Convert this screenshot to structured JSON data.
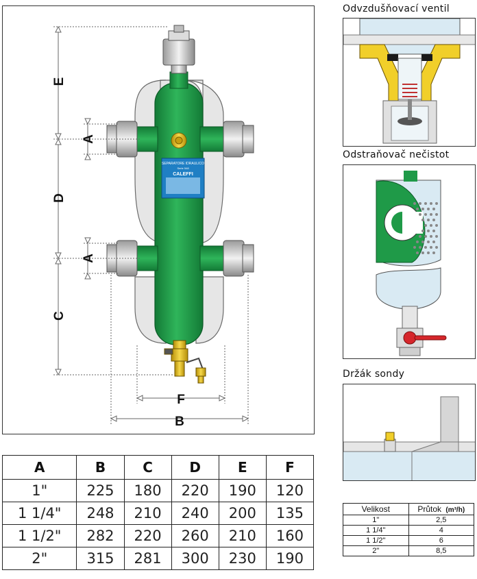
{
  "main_drawing": {
    "dimension_labels": {
      "e": "E",
      "a_top": "A",
      "d": "D",
      "a_bottom": "A",
      "c": "C",
      "f": "F",
      "b": "B"
    },
    "product_plate": {
      "line1": "SEPARATORE IDRAULICO",
      "line2": "Serie 548",
      "brand": "CALEFFI"
    }
  },
  "details": {
    "air_vent": {
      "caption": "Odvzdušňovací ventil"
    },
    "dirt_separator": {
      "caption": "Odstraňovač nečistot"
    },
    "probe_holder": {
      "caption": "Držák sondy"
    }
  },
  "dimension_table": {
    "headers": [
      "A",
      "B",
      "C",
      "D",
      "E",
      "F"
    ],
    "rows": [
      [
        "1\"",
        "225",
        "180",
        "220",
        "190",
        "120"
      ],
      [
        "1 1/4\"",
        "248",
        "210",
        "240",
        "200",
        "135"
      ],
      [
        "1 1/2\"",
        "282",
        "220",
        "260",
        "210",
        "160"
      ],
      [
        "2\"",
        "315",
        "281",
        "300",
        "230",
        "190"
      ]
    ]
  },
  "flow_table": {
    "headers": [
      "Velikost",
      "Průtok",
      "(m³/h)"
    ],
    "rows": [
      [
        "1\"",
        "2,5"
      ],
      [
        "1 1/4\"",
        "4"
      ],
      [
        "1 1/2\"",
        "6"
      ],
      [
        "2\"",
        "8,5"
      ]
    ]
  },
  "colors": {
    "body_green": "#1f9a48",
    "insulation_grey": "#e6e6e6",
    "brass": "#e8c21a",
    "plate_blue": "#1f7fc4",
    "handle_red": "#d6262b"
  }
}
